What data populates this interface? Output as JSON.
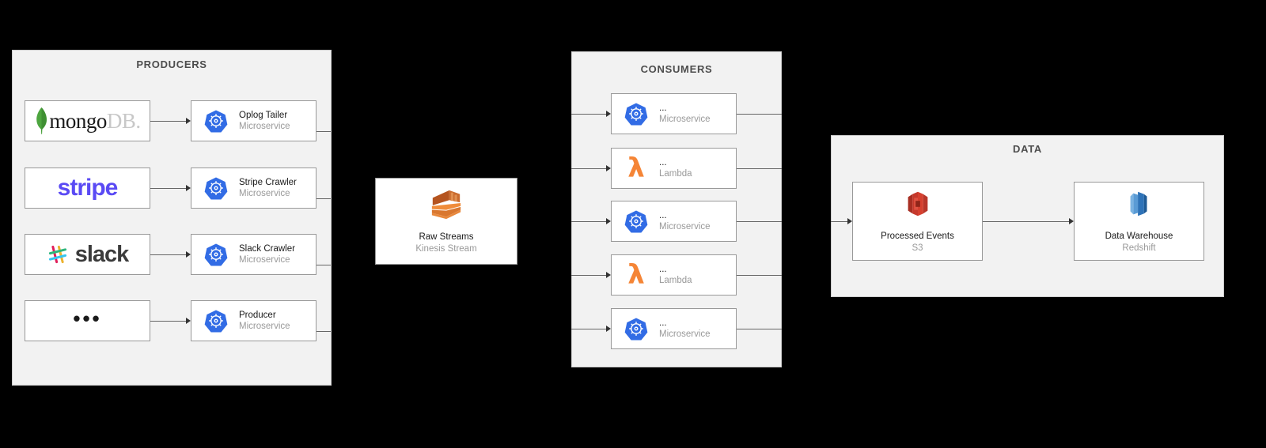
{
  "diagram": {
    "background": "#000000",
    "panel_fill": "#f2f2f2",
    "node_fill": "#ffffff",
    "line_color": "#666666"
  },
  "groups": [
    {
      "id": "producers",
      "title": "PRODUCERS"
    },
    {
      "id": "consumers",
      "title": "CONSUMERS"
    },
    {
      "id": "data",
      "title": "DATA"
    }
  ],
  "producers": {
    "sources": [
      {
        "logo": "mongodb-logo",
        "word_dark": "mongo",
        "word_light": "DB.",
        "alt": "mongoDB."
      },
      {
        "logo": "stripe-logo",
        "word": "stripe",
        "alt": "stripe"
      },
      {
        "logo": "slack-logo",
        "word": "slack",
        "alt": "slack"
      },
      {
        "logo": "ellipsis-glyph",
        "word": "•••",
        "alt": "..."
      }
    ],
    "services": [
      {
        "icon": "kubernetes-icon",
        "title": "Oplog Tailer",
        "subtitle": "Microservice"
      },
      {
        "icon": "kubernetes-icon",
        "title": "Stripe Crawler",
        "subtitle": "Microservice"
      },
      {
        "icon": "kubernetes-icon",
        "title": "Slack Crawler",
        "subtitle": "Microservice"
      },
      {
        "icon": "kubernetes-icon",
        "title": "Producer",
        "subtitle": "Microservice"
      }
    ]
  },
  "stream": {
    "icon": "aws-kinesis-icon",
    "title": "Raw Streams",
    "subtitle": "Kinesis Stream"
  },
  "consumers": {
    "items": [
      {
        "icon": "kubernetes-icon",
        "title": "...",
        "subtitle": "Microservice"
      },
      {
        "icon": "aws-lambda-icon",
        "title": "...",
        "subtitle": "Lambda"
      },
      {
        "icon": "kubernetes-icon",
        "title": "...",
        "subtitle": "Microservice"
      },
      {
        "icon": "aws-lambda-icon",
        "title": "...",
        "subtitle": "Lambda"
      },
      {
        "icon": "kubernetes-icon",
        "title": "...",
        "subtitle": "Microservice"
      }
    ]
  },
  "data": {
    "items": [
      {
        "icon": "aws-s3-icon",
        "title": "Processed Events",
        "subtitle": "S3"
      },
      {
        "icon": "aws-redshift-icon",
        "title": "Data Warehouse",
        "subtitle": "Redshift"
      }
    ]
  },
  "colors": {
    "kubernetes_blue": "#326ce5",
    "lambda_orange": "#f58536",
    "kinesis_orange": "#c26028",
    "s3_red": "#d6402f",
    "redshift_blue": "#2e73b8",
    "mongo_green": "#4da53f",
    "stripe_purple": "#5a4af4"
  }
}
